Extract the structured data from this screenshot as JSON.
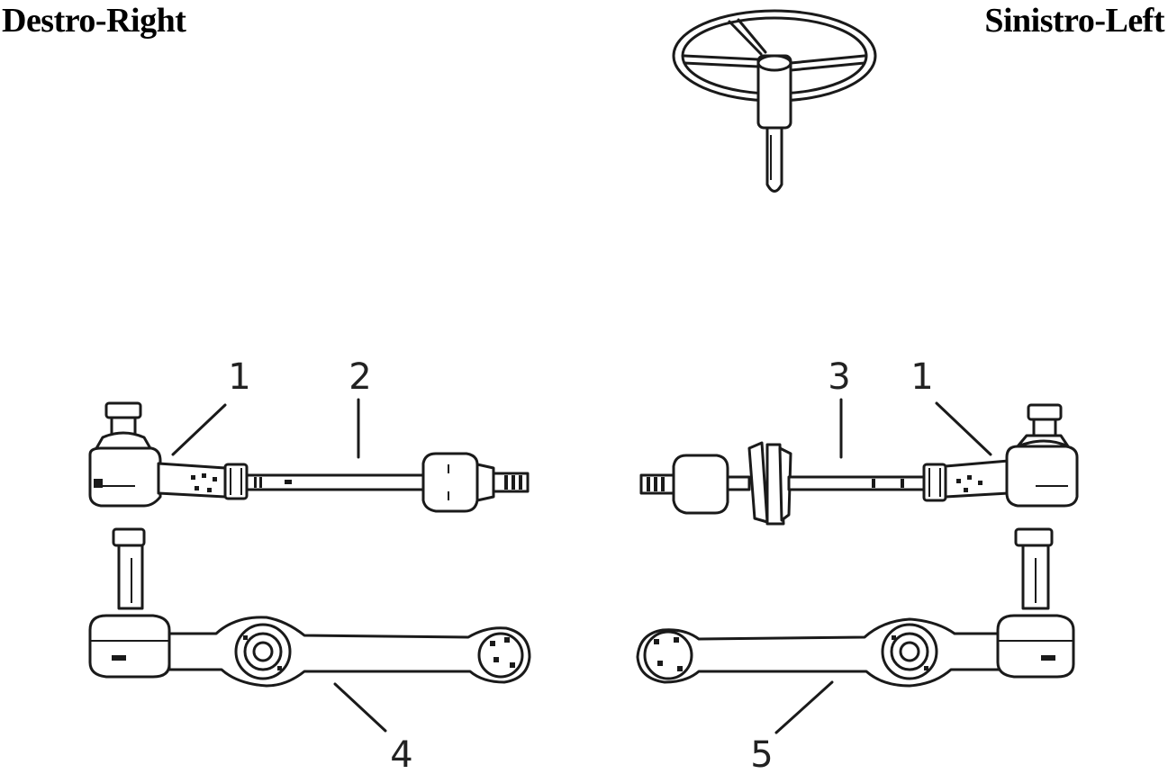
{
  "headers": {
    "right_side": "Destro-Right",
    "left_side": "Sinistro-Left"
  },
  "callouts": [
    {
      "id": "c1a",
      "label": "1"
    },
    {
      "id": "c2",
      "label": "2"
    },
    {
      "id": "c3",
      "label": "3"
    },
    {
      "id": "c1b",
      "label": "1"
    },
    {
      "id": "c4",
      "label": "4"
    },
    {
      "id": "c5",
      "label": "5"
    }
  ]
}
